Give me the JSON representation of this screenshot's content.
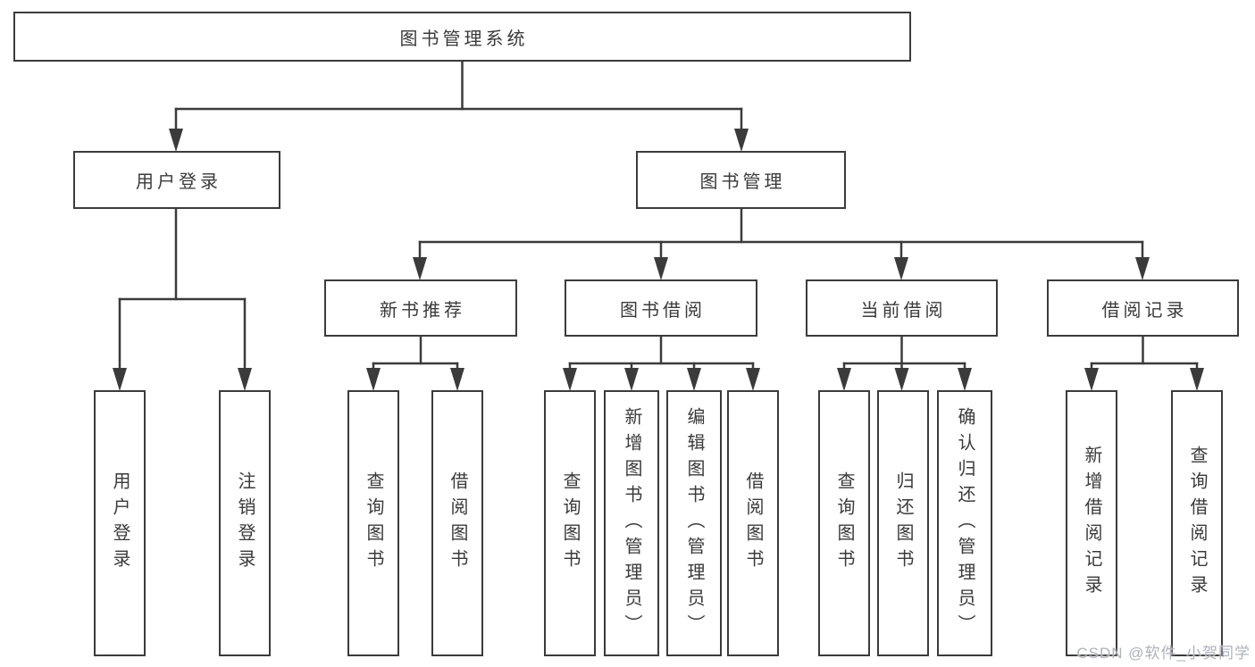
{
  "diagram": {
    "type": "hierarchy-tree",
    "orientation": "top-down"
  },
  "colors": {
    "line": "#3b3b3b",
    "box_border": "#3b3b3b",
    "text": "#3a3a3a",
    "background": "#ffffff",
    "watermark": "#adb2bc"
  },
  "tree": {
    "root": {
      "label": "图书管理系统",
      "children": [
        {
          "label": "用户登录",
          "children": [
            {
              "label": "用户登录"
            },
            {
              "label": "注销登录"
            }
          ]
        },
        {
          "label": "图书管理",
          "children": [
            {
              "label": "新书推荐",
              "children": [
                {
                  "label": "查询图书"
                },
                {
                  "label": "借阅图书"
                }
              ]
            },
            {
              "label": "图书借阅",
              "children": [
                {
                  "label": "查询图书"
                },
                {
                  "label": "新增图书（管理员）"
                },
                {
                  "label": "编辑图书（管理员）"
                },
                {
                  "label": "借阅图书"
                }
              ]
            },
            {
              "label": "当前借阅",
              "children": [
                {
                  "label": "查询图书"
                },
                {
                  "label": "归还图书"
                },
                {
                  "label": "确认归还（管理员）"
                }
              ]
            },
            {
              "label": "借阅记录",
              "children": [
                {
                  "label": "新增借阅记录"
                },
                {
                  "label": "查询借阅记录"
                }
              ]
            }
          ]
        }
      ]
    }
  },
  "watermark": {
    "text": "CSDN @软件_小贺同学"
  }
}
